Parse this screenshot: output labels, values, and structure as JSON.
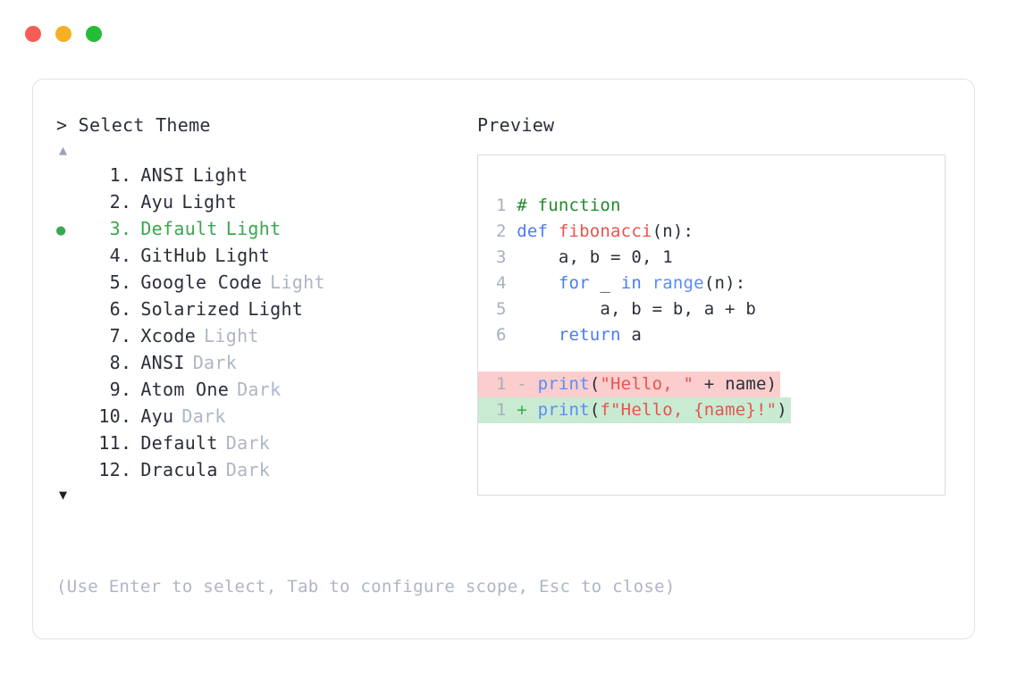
{
  "window": {
    "controls": [
      {
        "name": "close",
        "color": "#f65d55"
      },
      {
        "name": "minimize",
        "color": "#f5b125"
      },
      {
        "name": "maximize",
        "color": "#25bd35"
      }
    ]
  },
  "selector": {
    "prompt": "> Select Theme",
    "scroll_up": "▲",
    "scroll_down": "▼",
    "selected_index": 3,
    "selected_marker": "●",
    "accent_color": "#3aa84f",
    "muted_color": "#aeb6c6",
    "items": [
      {
        "number": "1.",
        "name": "ANSI",
        "variant": "Light",
        "variant_muted": false,
        "selected": false
      },
      {
        "number": "2.",
        "name": "Ayu",
        "variant": "Light",
        "variant_muted": false,
        "selected": false
      },
      {
        "number": "3.",
        "name": "Default",
        "variant": "Light",
        "variant_muted": false,
        "selected": true
      },
      {
        "number": "4.",
        "name": "GitHub",
        "variant": "Light",
        "variant_muted": false,
        "selected": false
      },
      {
        "number": "5.",
        "name": "Google Code",
        "variant": "Light",
        "variant_muted": true,
        "selected": false
      },
      {
        "number": "6.",
        "name": "Solarized",
        "variant": "Light",
        "variant_muted": false,
        "selected": false
      },
      {
        "number": "7.",
        "name": "Xcode",
        "variant": "Light",
        "variant_muted": true,
        "selected": false
      },
      {
        "number": "8.",
        "name": "ANSI",
        "variant": "Dark",
        "variant_muted": true,
        "selected": false
      },
      {
        "number": "9.",
        "name": "Atom One",
        "variant": "Dark",
        "variant_muted": true,
        "selected": false
      },
      {
        "number": "10.",
        "name": "Ayu",
        "variant": "Dark",
        "variant_muted": true,
        "selected": false
      },
      {
        "number": "11.",
        "name": "Default",
        "variant": "Dark",
        "variant_muted": true,
        "selected": false
      },
      {
        "number": "12.",
        "name": "Dracula",
        "variant": "Dark",
        "variant_muted": true,
        "selected": false
      }
    ]
  },
  "preview": {
    "label": "Preview",
    "code_lines": [
      {
        "ln": "1",
        "tokens": [
          {
            "t": "# function",
            "c": "comment"
          }
        ]
      },
      {
        "ln": "2",
        "tokens": [
          {
            "t": "def ",
            "c": "kw"
          },
          {
            "t": "fibonacci",
            "c": "fn"
          },
          {
            "t": "(n):",
            "c": "plain"
          }
        ]
      },
      {
        "ln": "3",
        "tokens": [
          {
            "t": "    a, b = ",
            "c": "plain"
          },
          {
            "t": "0",
            "c": "num"
          },
          {
            "t": ", ",
            "c": "plain"
          },
          {
            "t": "1",
            "c": "num"
          }
        ]
      },
      {
        "ln": "4",
        "tokens": [
          {
            "t": "    ",
            "c": "plain"
          },
          {
            "t": "for",
            "c": "kw"
          },
          {
            "t": " _ ",
            "c": "plain"
          },
          {
            "t": "in",
            "c": "kw"
          },
          {
            "t": " ",
            "c": "plain"
          },
          {
            "t": "range",
            "c": "builtin"
          },
          {
            "t": "(n):",
            "c": "plain"
          }
        ]
      },
      {
        "ln": "5",
        "tokens": [
          {
            "t": "        a, b = b, a + b",
            "c": "plain"
          }
        ]
      },
      {
        "ln": "6",
        "tokens": [
          {
            "t": "    ",
            "c": "plain"
          },
          {
            "t": "return",
            "c": "kw"
          },
          {
            "t": " a",
            "c": "plain"
          }
        ]
      }
    ],
    "diff_lines": [
      {
        "ln": "1",
        "sign": "-",
        "kind": "removed",
        "bg": "#fbcdcd",
        "tokens": [
          {
            "t": "print",
            "c": "builtin"
          },
          {
            "t": "(",
            "c": "plain"
          },
          {
            "t": "\"Hello, \"",
            "c": "str"
          },
          {
            "t": " + name)",
            "c": "plain"
          }
        ]
      },
      {
        "ln": "1",
        "sign": "+",
        "kind": "added",
        "bg": "#c8ebd2",
        "tokens": [
          {
            "t": "print",
            "c": "builtin"
          },
          {
            "t": "(",
            "c": "plain"
          },
          {
            "t": "f\"Hello, {name}!\"",
            "c": "str"
          },
          {
            "t": ")",
            "c": "plain"
          }
        ]
      }
    ]
  },
  "footer": {
    "hint": "(Use Enter to select, Tab to configure scope, Esc to close)"
  }
}
